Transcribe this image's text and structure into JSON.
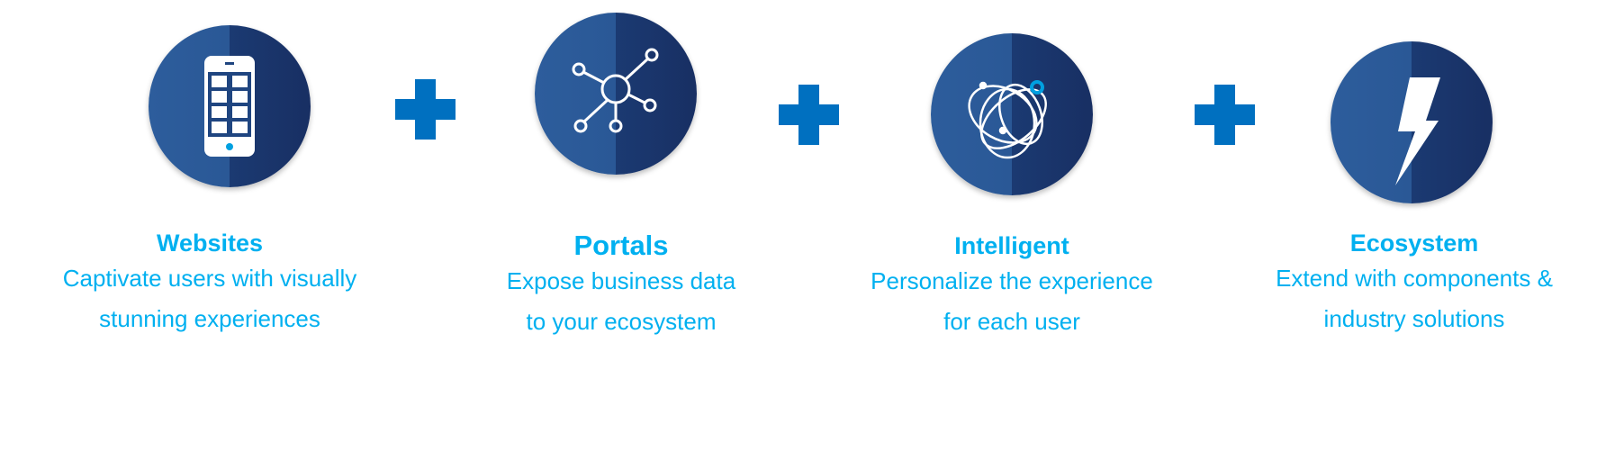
{
  "colors": {
    "accent": "#00b0f0",
    "plus": "#0070c0",
    "circle_light": "#2a5896",
    "circle_dark": "#1b3a72"
  },
  "items": [
    {
      "icon": "smartphone-icon",
      "title": "Websites",
      "lines": [
        "Captivate users with visually",
        "stunning experiences"
      ]
    },
    {
      "icon": "network-hub-icon",
      "title": "Portals",
      "lines": [
        "Expose business data",
        "to your ecosystem"
      ]
    },
    {
      "icon": "orbit-atom-icon",
      "title": "Intelligent",
      "lines": [
        "Personalize the experience",
        "for each user"
      ]
    },
    {
      "icon": "lightning-bolt-icon",
      "title": "Ecosystem",
      "lines": [
        "Extend with components &",
        "industry solutions"
      ]
    }
  ]
}
